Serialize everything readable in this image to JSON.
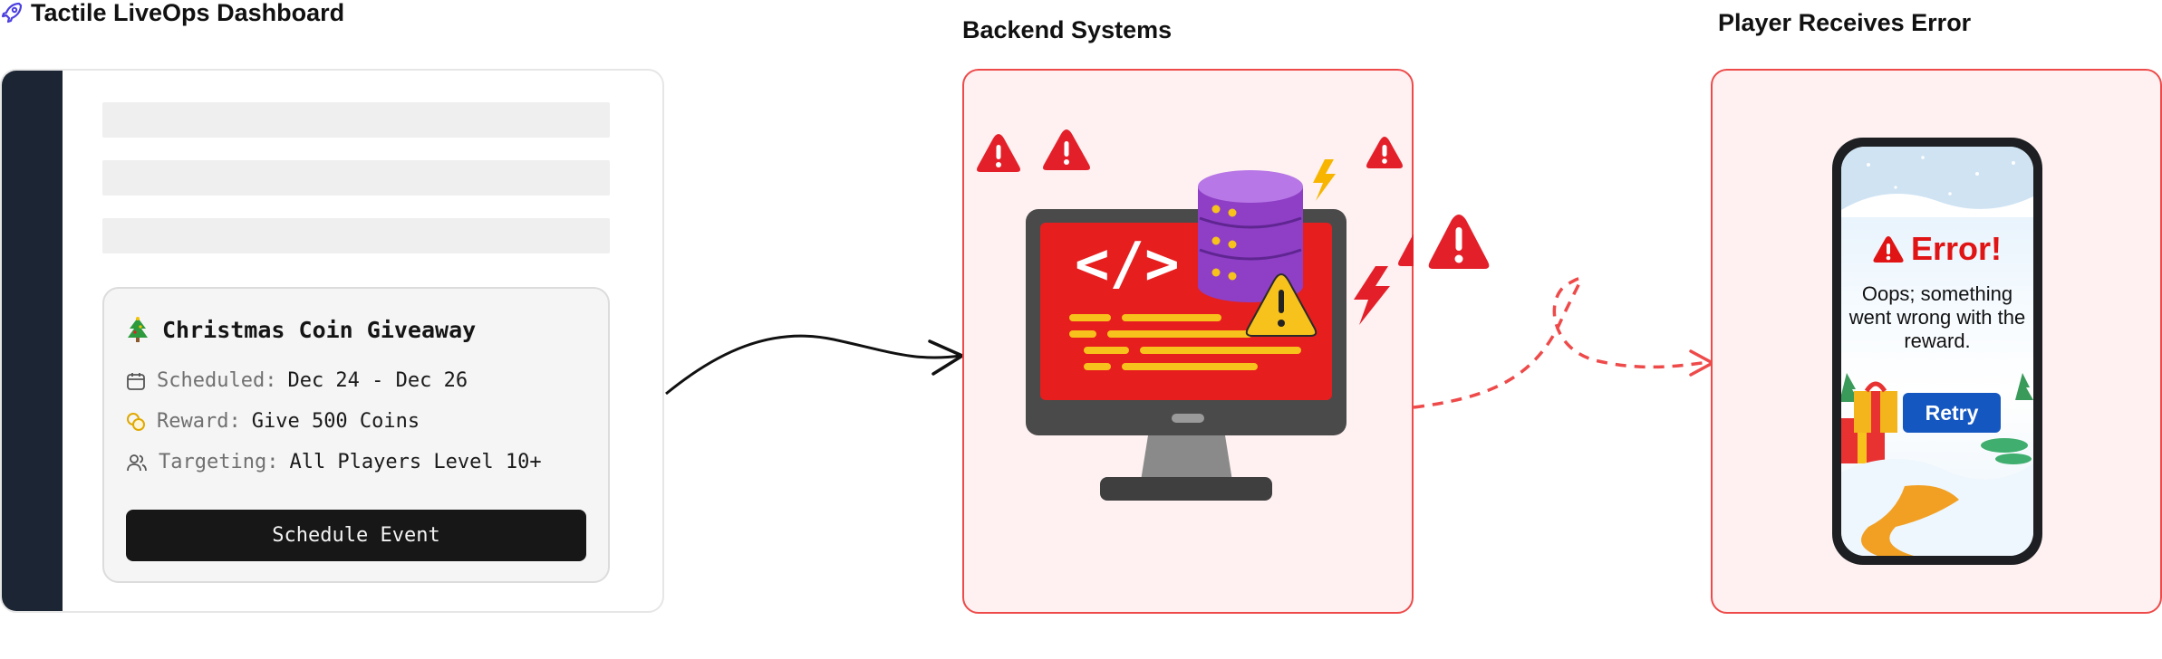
{
  "dashboard": {
    "title": "Tactile LiveOps Dashboard",
    "event": {
      "title": "Christmas Coin Giveaway",
      "scheduled_label": "Scheduled:",
      "scheduled_value": "Dec 24 - Dec 26",
      "reward_label": "Reward:",
      "reward_value": "Give 500 Coins",
      "targeting_label": "Targeting:",
      "targeting_value": "All Players Level 10+",
      "button_label": "Schedule Event"
    }
  },
  "backend": {
    "title": "Backend Systems",
    "code_symbol": "</>"
  },
  "player": {
    "title": "Player Receives Error",
    "error_heading": "Error!",
    "error_message": "Oops; something went wrong with the reward.",
    "retry_label": "Retry"
  },
  "colors": {
    "sidebar": "#1c2533",
    "panel_border": "#ee4a4a",
    "panel_fill": "#fff1f1",
    "error_red": "#e01414",
    "retry_blue": "#1557c0",
    "warning_yellow": "#f7c21b",
    "database_purple": "#9b4fd0"
  },
  "icons": [
    "rocket-icon",
    "tree-icon",
    "calendar-icon",
    "coins-icon",
    "users-icon",
    "warning-icon",
    "lightning-icon",
    "database-icon",
    "monitor-icon"
  ]
}
